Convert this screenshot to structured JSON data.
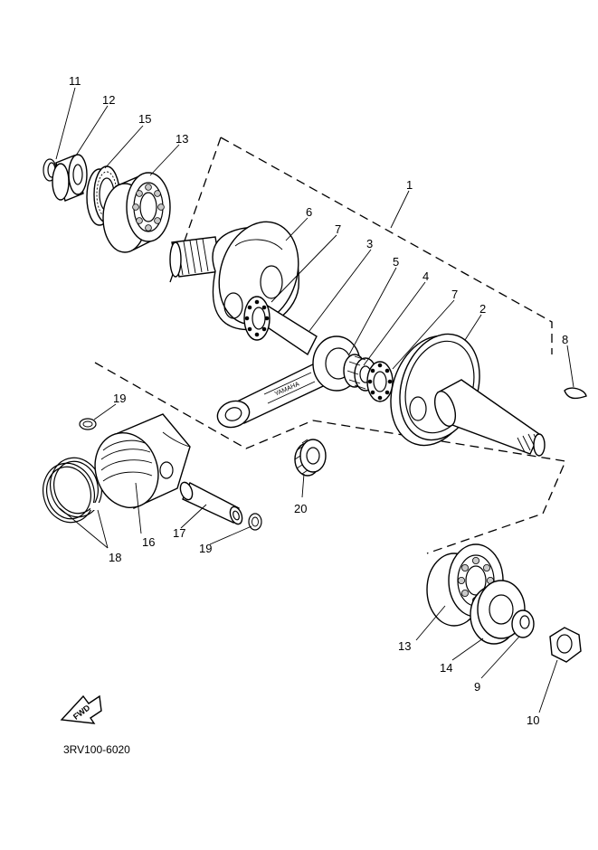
{
  "diagram": {
    "code": "3RV100-6020",
    "fwd_arrow_text": "FWD",
    "rod_marking": "YAMAHA",
    "callouts": [
      {
        "id": "callout-1",
        "text": "1"
      },
      {
        "id": "callout-2",
        "text": "2"
      },
      {
        "id": "callout-3",
        "text": "3"
      },
      {
        "id": "callout-4",
        "text": "4"
      },
      {
        "id": "callout-5",
        "text": "5"
      },
      {
        "id": "callout-6",
        "text": "6"
      },
      {
        "id": "callout-7a",
        "text": "7"
      },
      {
        "id": "callout-7b",
        "text": "7"
      },
      {
        "id": "callout-8",
        "text": "8"
      },
      {
        "id": "callout-9",
        "text": "9"
      },
      {
        "id": "callout-10",
        "text": "10"
      },
      {
        "id": "callout-11",
        "text": "11"
      },
      {
        "id": "callout-12",
        "text": "12"
      },
      {
        "id": "callout-13a",
        "text": "13"
      },
      {
        "id": "callout-13b",
        "text": "13"
      },
      {
        "id": "callout-14",
        "text": "14"
      },
      {
        "id": "callout-15",
        "text": "15"
      },
      {
        "id": "callout-16",
        "text": "16"
      },
      {
        "id": "callout-17",
        "text": "17"
      },
      {
        "id": "callout-18",
        "text": "18"
      },
      {
        "id": "callout-19a",
        "text": "19"
      },
      {
        "id": "callout-19b",
        "text": "19"
      },
      {
        "id": "callout-20",
        "text": "20"
      }
    ]
  }
}
